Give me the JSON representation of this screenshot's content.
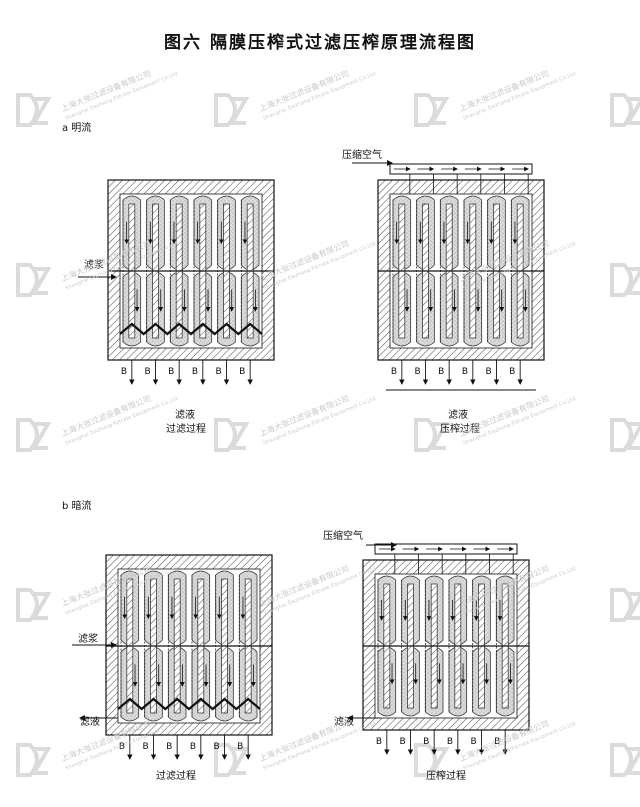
{
  "title": "图六 隔膜压榨式过滤压榨原理流程图",
  "sections": {
    "a": "a 明流",
    "b": "b 暗流"
  },
  "labels": {
    "slurry": "滤浆",
    "filtrate": "滤液",
    "compressed_air": "压缩空气",
    "filtering_process": "过滤过程",
    "squeezing_process": "压榨过程",
    "valve": "B"
  },
  "watermark": {
    "company_cn": "上海大张过滤设备有限公司",
    "company_en": "Shanghai Dazhang Filtrate Equipment Co.Ltd",
    "logo": "dz-logo"
  },
  "colors": {
    "line": "#1a1a1a",
    "hatch": "#555555",
    "cake": "#d9d9d9",
    "watermark": "#c8c8c8"
  }
}
